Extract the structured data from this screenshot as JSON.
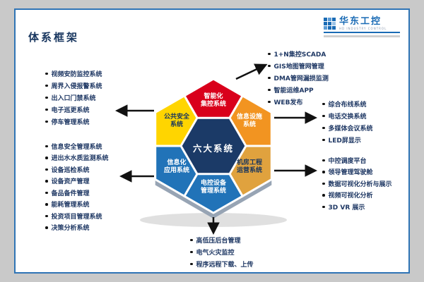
{
  "title": "体系框架",
  "logo": {
    "name": "华东工控",
    "subtitle": "HD INDUSTRY CONTROL"
  },
  "colors": {
    "frame_border": "#2f74b5",
    "title_text": "#17355e",
    "list_text": "#1f3864",
    "bullet": "#111111",
    "logo_blue": "#1a6bb5",
    "center_hexagon": "#1b3a67",
    "arrow": "#111111"
  },
  "hexagon": {
    "center_label": "六大系统",
    "segments": [
      {
        "name": "intelligent-central-control",
        "lines": [
          "智能化",
          "集控系统"
        ],
        "color": "#d9001b"
      },
      {
        "name": "public-safety",
        "lines": [
          "公共安全",
          "系统"
        ],
        "color": "#ffd500"
      },
      {
        "name": "information-facility",
        "lines": [
          "信息设施",
          "系统"
        ],
        "color": "#f29421"
      },
      {
        "name": "informatization-application",
        "lines": [
          "信息化",
          "应用系统"
        ],
        "color": "#2173b8"
      },
      {
        "name": "machine-room-operation",
        "lines": [
          "机房工程",
          "运营系统"
        ],
        "color": "#e0a23e"
      },
      {
        "name": "electrical-equipment-management",
        "lines": [
          "电控设备",
          "管理系统"
        ],
        "color": "#2173b8"
      }
    ]
  },
  "lists": {
    "top_left": {
      "items": [
        "视频安防监控系统",
        "周界入侵报警系统",
        "出入口门禁系统",
        "电子巡更系统",
        "停车管理系统"
      ]
    },
    "bottom_left": {
      "items": [
        "信息安全管理系统",
        "进出水水质监测系统",
        "设备巡检系统",
        "设备资产管理",
        "备品备件管理",
        "能耗管理系统",
        "投资项目管理系统",
        "决策分析系统"
      ]
    },
    "top_right": {
      "items": [
        "1+N集控SCADA",
        "GIS地图管网管理",
        "DMA管网漏损监测",
        "智能运维APP",
        "WEB发布"
      ]
    },
    "right": {
      "items": [
        "综合布线系统",
        "电话交换系统",
        "多媒体会议系统",
        "LED屏显示"
      ]
    },
    "right_lower": {
      "items": [
        "中控调度平台",
        "领导管理驾驶舱",
        "数据可视化分析与展示",
        "视频可视化分析",
        "3D VR 展示"
      ]
    },
    "bottom": {
      "items": [
        "高低压后台管理",
        "电气火灾监控",
        "程序远程下载、上传"
      ]
    }
  }
}
